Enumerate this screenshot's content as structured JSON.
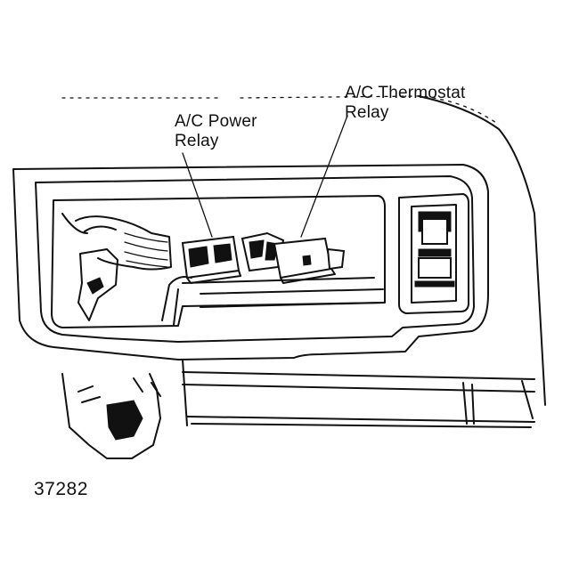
{
  "labels": {
    "power_relay_line1": "A/C Power",
    "power_relay_line2": "Relay",
    "thermostat_relay_line1": "A/C Thermostat",
    "thermostat_relay_line2": "Relay"
  },
  "figure_number": "37282"
}
